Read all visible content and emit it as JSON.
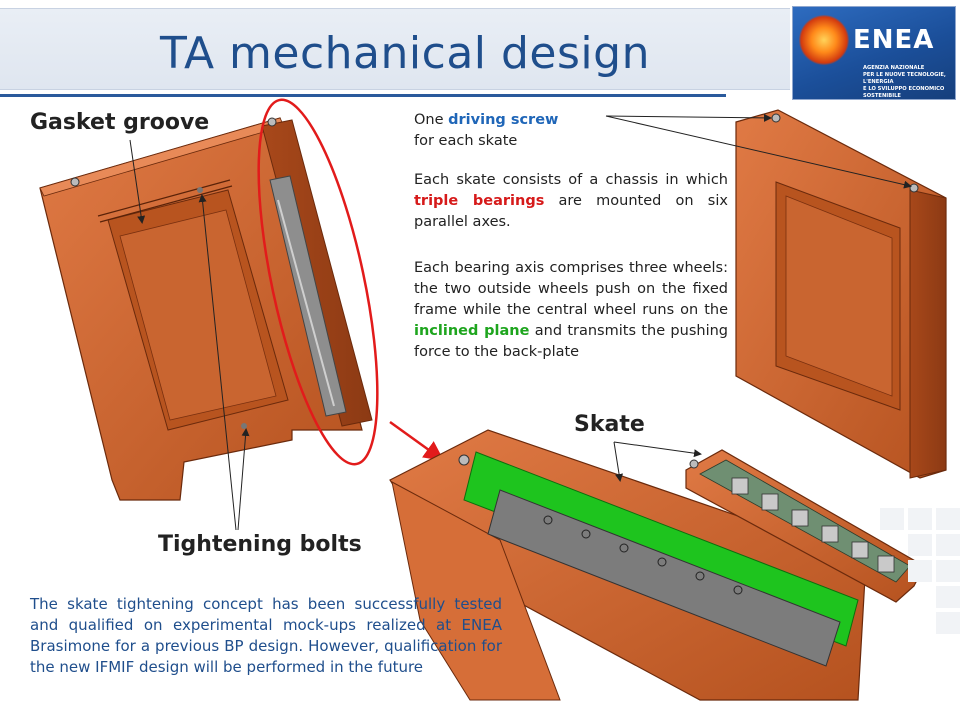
{
  "header": {
    "title": "TA mechanical design",
    "logo_name": "ENEA",
    "logo_tagline_1": "AGENZIA NAZIONALE",
    "logo_tagline_2": "PER LE NUOVE TECNOLOGIE, L'ENERGIA",
    "logo_tagline_3": "E LO SVILUPPO ECONOMICO SOSTENIBILE"
  },
  "labels": {
    "gasket_groove": "Gasket groove",
    "tightening_bolts": "Tightening bolts",
    "skate": "Skate"
  },
  "description": {
    "screw_pre": "One ",
    "screw_highlight": "driving screw",
    "screw_post": "for each skate",
    "chassis_pre": "Each skate consists of a chassis in which ",
    "chassis_highlight": "triple bearings",
    "chassis_post": " are mounted on six parallel axes.",
    "axis_pre": "Each bearing axis comprises three wheels: the two outside wheels push on the fixed frame while the central wheel runs on the ",
    "axis_highlight": "inclined plane",
    "axis_post": " and transmits the pushing force to the back-plate"
  },
  "conclusion": "The skate tightening concept has been successfully tested and qualified on experimental mock-ups realized at ENEA Brasimone for a previous BP design. However, qualification for the new IFMIF design will be performed  in the future",
  "colors": {
    "title": "#1f4e8c",
    "copper": "#c9622c",
    "highlight_blue": "#1f66b8",
    "highlight_red": "#d61a1a",
    "highlight_green": "#1ea51e",
    "ellipse": "#e21b1b"
  }
}
